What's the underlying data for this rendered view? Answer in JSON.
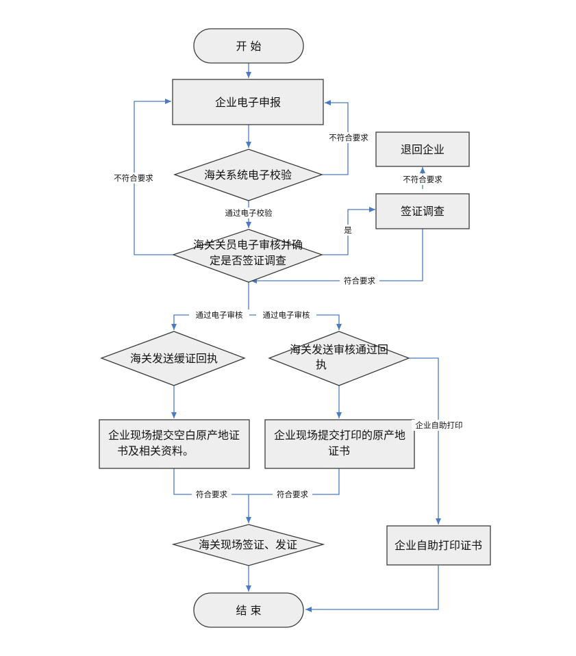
{
  "nodes": {
    "start": "开 始",
    "declare": "企业电子申报",
    "system_check": "海关系统电子校验",
    "officer_review_l1": "海关关员电子审核并确",
    "officer_review_l2": "定是否签证调查",
    "return_enterprise": "退回企业",
    "visa_investigation": "签证调查",
    "deferred_receipt": "海关发送缓证回执",
    "approved_receipt_l1": "海关发送审核通过回",
    "approved_receipt_l2": "执",
    "submit_blank_l1": "企业现场提交空白原产地证",
    "submit_blank_l2": "书及相关资料。",
    "submit_printed_l1": "企业现场提交打印的原产地",
    "submit_printed_l2": "证书",
    "self_print": "企业自助打印证书",
    "sign_issue": "海关现场签证、发证",
    "end": "结 束"
  },
  "edges": {
    "not_compliant_right": "不符合要求",
    "not_compliant_left": "不符合要求",
    "not_compliant_visa": "不符合要求",
    "pass_check": "通过电子校验",
    "yes": "是",
    "compliant_visa": "符合要求",
    "pass_review_left": "通过电子审核",
    "pass_review_right": "通过电子审核",
    "self_print_path": "企业自助打印",
    "compliant_left": "符合要求",
    "compliant_right": "符合要求"
  }
}
